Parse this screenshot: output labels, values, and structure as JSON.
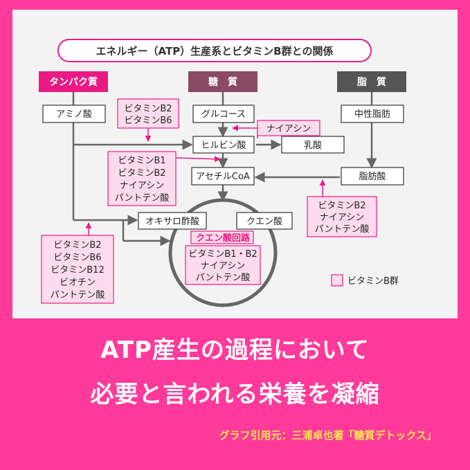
{
  "title": "エネルギー（ATP）生産系とビタミンB群との関係",
  "categories": {
    "protein": "タンパク質",
    "sugar": "糖　質",
    "fat": "脂　質"
  },
  "nodes": {
    "amino": "アミノ酸",
    "glucose": "グルコース",
    "pyruvic": "ヒルビン酸",
    "lactic": "乳酸",
    "acetyl": "アセチルCoA",
    "neutral_fat": "中性脂肪",
    "fatty_acid": "脂肪酸",
    "oxalo": "オキサロ酢酸",
    "citric": "クエン酸",
    "cycle": "クエン酸回路"
  },
  "vitamin_boxes": {
    "b2b6": [
      "ビタミンB2",
      "ビタミンB6"
    ],
    "niacin": [
      "ナイアシン"
    ],
    "pyruvate_set": [
      "ビタミンB1",
      "ビタミンB2",
      "ナイアシン",
      "パントテン酸"
    ],
    "fat_set": [
      "ビタミンB2",
      "ナイアシン",
      "パントテン酸"
    ],
    "protein_set": [
      "ビタミンB2",
      "ビタミンB6",
      "ビタミンB12",
      "ビオチン",
      "パントテン酸"
    ],
    "cycle_set": [
      "ビタミンB1・B2",
      "ナイアシン",
      "パントテン酸"
    ]
  },
  "legend": "ビタミンB群",
  "headline": [
    "ATP産生の過程において",
    "必要と言われる栄養を凝縮"
  ],
  "credit": "グラフ引用元：三浦卓也著「糖質デトックス」",
  "colors": {
    "pink": "#ea1a84",
    "sugar": "#8a4a63",
    "fat": "#555555",
    "vitamin_fill": "#fcdcec",
    "background": "#ff3a9a"
  }
}
